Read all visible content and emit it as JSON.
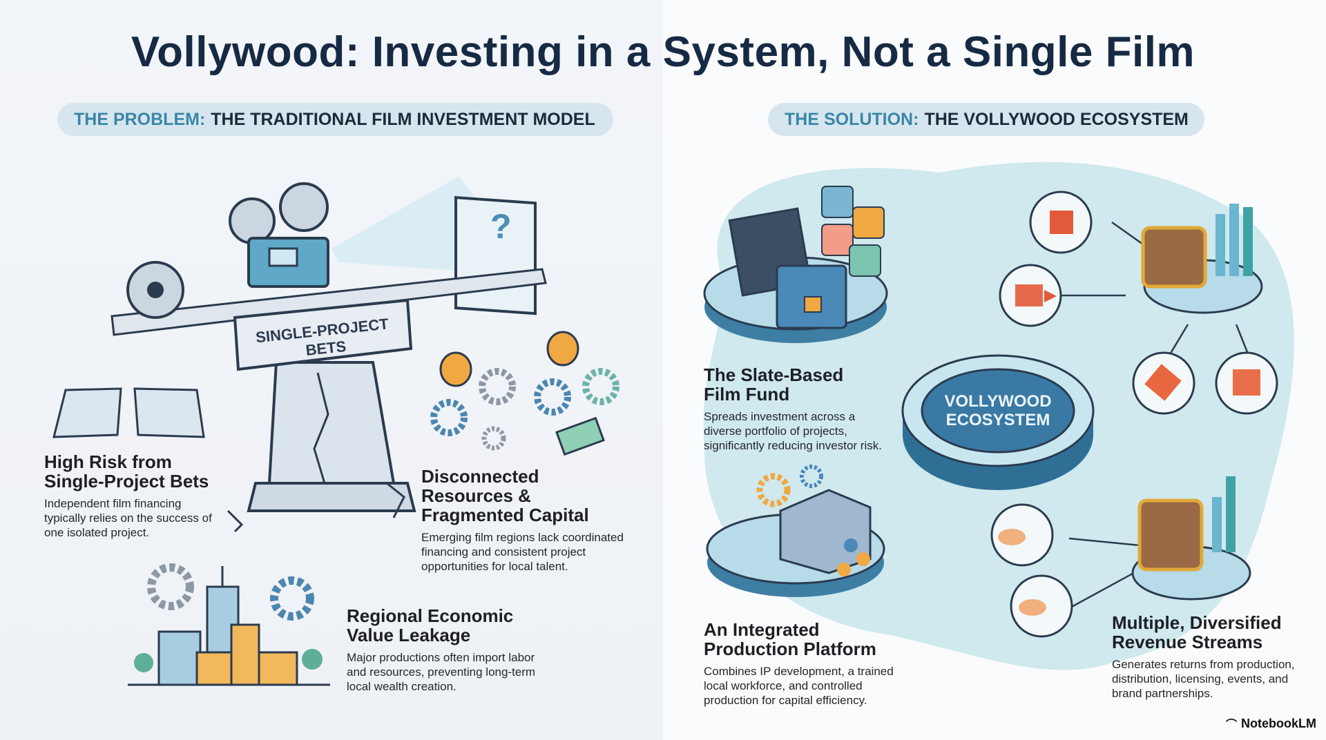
{
  "title": "Vollywood: Investing in a System, Not a Single Film",
  "problem": {
    "label": "THE PROBLEM:",
    "subtitle": "THE TRADITIONAL FILM INVESTMENT MODEL",
    "pillar_label": "SINGLE-PROJECT BETS",
    "items": [
      {
        "heading": "High Risk from Single-Project Bets",
        "body": "Independent film financing typically relies on the success of one isolated project."
      },
      {
        "heading": "Disconnected Resources & Fragmented Capital",
        "body": "Emerging film regions lack coordinated financing and consistent project opportunities for local talent."
      },
      {
        "heading": "Regional Economic Value Leakage",
        "body": "Major productions often import labor and resources, preventing long-term local wealth creation."
      }
    ]
  },
  "solution": {
    "label": "THE SOLUTION:",
    "subtitle": "THE VOLLYWOOD ECOSYSTEM",
    "hub_label": "VOLLYWOOD ECOSYSTEM",
    "items": [
      {
        "heading": "The Slate-Based Film Fund",
        "body": "Spreads investment across a diverse portfolio of projects, significantly reducing investor risk."
      },
      {
        "heading": "An Integrated Production Platform",
        "body": "Combines IP development, a trained local workforce, and controlled production for capital efficiency."
      },
      {
        "heading": "Multiple, Diversified Revenue Streams",
        "body": "Generates returns from production, distribution, licensing, events, and brand partnerships."
      }
    ]
  },
  "brand": "NotebookLM",
  "colors": {
    "navy": "#172a44",
    "teal": "#3a86a6",
    "orange": "#f0a842",
    "pill": "#d7e6ee",
    "blob": "#cfe9ee"
  }
}
